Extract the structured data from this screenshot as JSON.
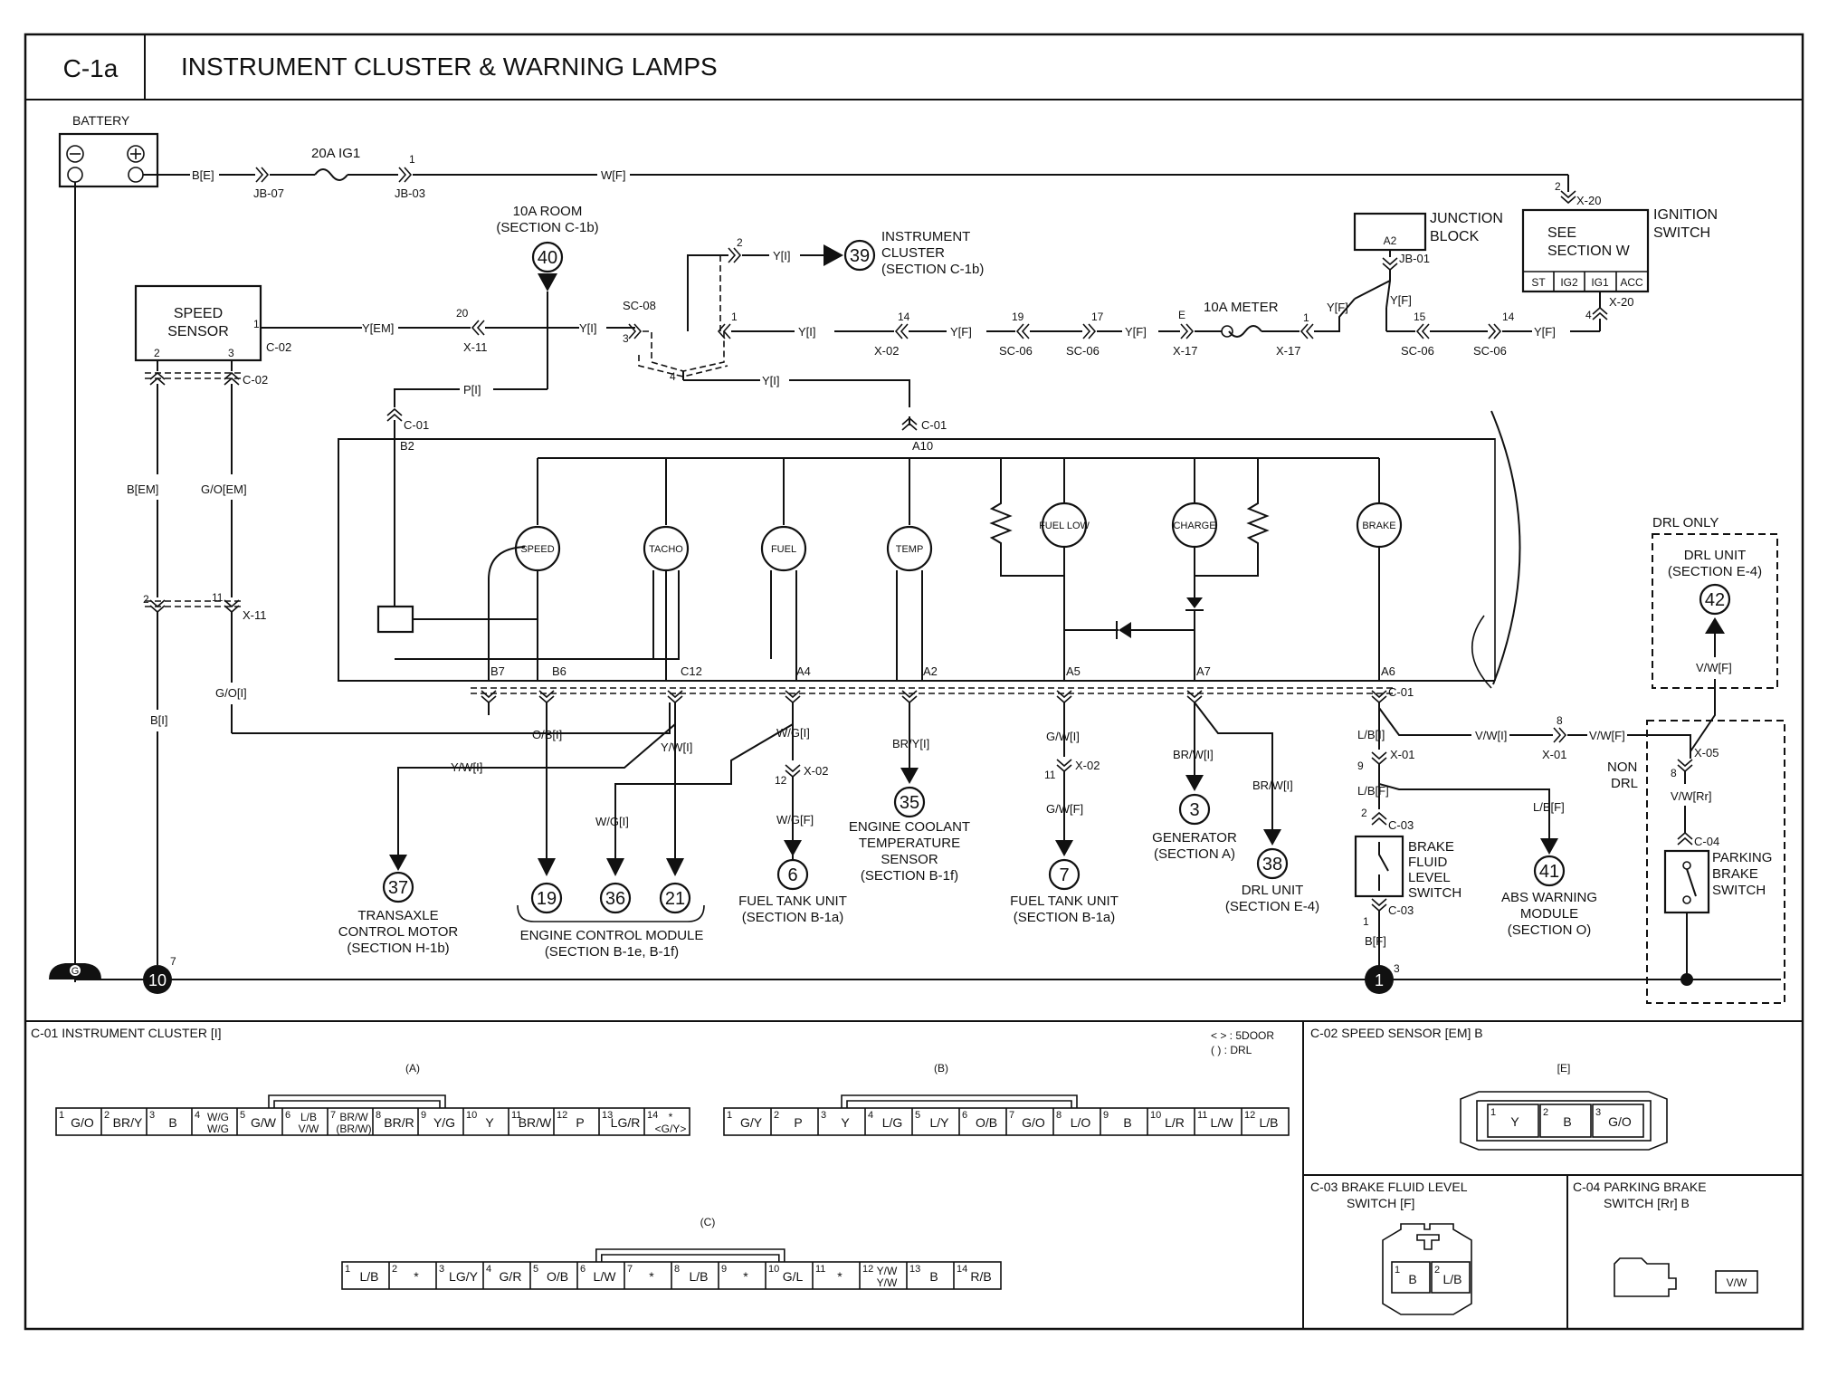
{
  "header": {
    "code": "C-1a",
    "title": "INSTRUMENT CLUSTER & WARNING LAMPS"
  },
  "power": {
    "battery": "BATTERY",
    "battery_wire": "B[E]",
    "fuse": "20A IG1",
    "fuse_in": "JB-07",
    "fuse_out": "JB-03",
    "fuse_out_pin": "1",
    "main_wire": "W[F]",
    "ig_pin": "2",
    "ig_conn": "X-20"
  },
  "ignition": {
    "label_line1": "IGNITION",
    "label_line2": "SWITCH",
    "see_line1": "SEE",
    "see_line2": "SECTION W",
    "positions": [
      "ST",
      "IG2",
      "IG1",
      "ACC"
    ],
    "out_pin": "4",
    "out_conn": "X-20"
  },
  "junction": {
    "pin": "A2",
    "label_line1": "JUNCTION",
    "label_line2": "BLOCK",
    "conn": "JB-01",
    "wire1": "Y[F]",
    "wire2": "Y[F]",
    "meter_fuse": "10A METER",
    "meter_in_pin": "E",
    "meter_in": "X-17",
    "meter_out_pin": "1",
    "meter_out": "X-17",
    "sc_pin1": "15",
    "sc1": "SC-06",
    "sc_pin2": "14",
    "sc2": "SC-06",
    "ign_wire": "Y[F]",
    "top_pin1": "19",
    "top_sc1": "SC-06",
    "top_pin2": "17",
    "top_sc2": "SC-06",
    "top_wire": "Y[F]"
  },
  "room": {
    "label_line1": "10A ROOM",
    "label_line2": "(SECTION C-1b)",
    "ref": "40"
  },
  "cluster_ref": {
    "ref": "39",
    "wire": "Y[I]",
    "pin": "2",
    "label_line1": "INSTRUMENT",
    "label_line2": "CLUSTER",
    "label_line3": "(SECTION C-1b)"
  },
  "splice": {
    "conn": "SC-08",
    "pin_left": "3",
    "pin_right": "1",
    "pin_bottom": "4",
    "wire_right": "Y[I]",
    "wire_x02": "Y[I]",
    "x02_pin": "14",
    "x02": "X-02",
    "x02_wire": "Y[F]",
    "bottom_wire": "Y[I]"
  },
  "speed_sensor": {
    "label_line1": "SPEED",
    "label_line2": "SENSOR",
    "pin1": "1",
    "pin2": "2",
    "pin3": "3",
    "conn": "C-02",
    "conn2": "C-02",
    "out_wire": "Y[EM]",
    "x11_pin": "20",
    "x11": "X-11",
    "after_wire": "Y[I]",
    "wire_left": "B[EM]",
    "wire_right": "G/O[EM]",
    "lower_pin_left": "2",
    "lower_pin_right": "11",
    "lower_conn": "X-11",
    "lower_wire_right": "G/O[I]",
    "lower_wire_left": "B[I]"
  },
  "p_wire": {
    "wire": "P[I]",
    "conn": "C-01",
    "pin": "B2"
  },
  "a10": {
    "conn": "C-01",
    "pin": "A10"
  },
  "gauges": [
    {
      "name": "SPEED"
    },
    {
      "name": "TACHO"
    },
    {
      "name": "FUEL"
    },
    {
      "name": "TEMP"
    },
    {
      "name": "FUEL LOW"
    },
    {
      "name": "CHARGE"
    },
    {
      "name": "BRAKE"
    }
  ],
  "bottom_pins": [
    "B7",
    "B6",
    "C12",
    "A4",
    "A2",
    "A5",
    "A7",
    "A6"
  ],
  "bottom_conn": "C-01",
  "outputs": {
    "transaxle": {
      "wire": "Y/W[I]",
      "ref": "37",
      "line1": "TRANSAXLE",
      "line2": "CONTROL MOTOR",
      "line3": "(SECTION H-1b)"
    },
    "ecm": {
      "wire_ob": "O/B[I]",
      "wire_wg": "W/G[I]",
      "wire_yw": "Y/W[I]",
      "refs": [
        "19",
        "36",
        "21"
      ],
      "line1": "ENGINE CONTROL MODULE",
      "line2": "(SECTION B-1e, B-1f)"
    },
    "fuel_tank_a4": {
      "wire": "W/G[I]",
      "pin": "12",
      "conn": "X-02",
      "wire2": "W/G[F]",
      "ref": "6",
      "line1": "FUEL TANK UNIT",
      "line2": "(SECTION B-1a)"
    },
    "coolant": {
      "wire": "BR/Y[I]",
      "ref": "35",
      "line1": "ENGINE COOLANT",
      "line2": "TEMPERATURE",
      "line3": "SENSOR",
      "line4": "(SECTION B-1f)"
    },
    "fuel_tank_a5": {
      "wire": "G/W[I]",
      "pin": "11",
      "conn": "X-02",
      "wire2": "G/W[F]",
      "ref": "7",
      "line1": "FUEL TANK UNIT",
      "line2": "(SECTION B-1a)"
    },
    "generator": {
      "wire": "BR/W[I]",
      "ref": "3",
      "line1": "GENERATOR",
      "line2": "(SECTION A)"
    },
    "drl_unit_38": {
      "wire": "BR/W[I]",
      "ref": "38",
      "line1": "DRL UNIT",
      "line2": "(SECTION E-4)"
    },
    "brake_fluid": {
      "wire": "L/B[I]",
      "pin": "9",
      "conn": "X-01",
      "wire2": "L/B[F]",
      "pin_c03_top": "2",
      "conn_c03": "C-03",
      "pin_c03_bot": "1",
      "conn_c03b": "C-03",
      "wire3": "B[F]",
      "line1": "BRAKE",
      "line2": "FLUID",
      "line3": "LEVEL",
      "line4": "SWITCH"
    },
    "abs": {
      "wire": "L/B[F]",
      "ref": "41",
      "line1": "ABS WARNING",
      "line2": "MODULE",
      "line3": "(SECTION O)"
    },
    "vw": {
      "wire1": "V/W[I]",
      "pin": "8",
      "conn": "X-01",
      "wire2": "V/W[F]"
    },
    "drl_only": {
      "label": "DRL ONLY",
      "line1": "DRL UNIT",
      "line2": "(SECTION E-4)",
      "ref": "42",
      "wire": "V/W[F]"
    },
    "non_drl": {
      "line1": "NON",
      "line2": "DRL",
      "pin": "8",
      "conn": "X-05",
      "wire": "V/W[Rr]",
      "conn_c04": "C-04",
      "line_pb1": "PARKING",
      "line_pb2": "BRAKE",
      "line_pb3": "SWITCH"
    }
  },
  "grounds": {
    "g10": "10",
    "g10_pin": "7",
    "g1": "1",
    "g1_pin": "3",
    "g_chassis": "G"
  },
  "connectors": {
    "c01": {
      "title": "C-01 INSTRUMENT CLUSTER [I]",
      "legend1": "< > : 5DOOR",
      "legend2": "( ) : DRL",
      "a_label": "(A)",
      "b_label": "(B)",
      "c_label": "(C)",
      "a": [
        {
          "n": "1",
          "t": "G/O"
        },
        {
          "n": "2",
          "t": "BR/Y"
        },
        {
          "n": "3",
          "t": "B"
        },
        {
          "n": "4",
          "t": "W/G",
          "t2": "W/G"
        },
        {
          "n": "5",
          "t": "G/W"
        },
        {
          "n": "6",
          "t": "L/B",
          "t2": "V/W"
        },
        {
          "n": "7",
          "t": "BR/W",
          "t2": "(BR/W)"
        },
        {
          "n": "8",
          "t": "BR/R"
        },
        {
          "n": "9",
          "t": "Y/G"
        },
        {
          "n": "10",
          "t": "Y"
        },
        {
          "n": "11",
          "t": "BR/W"
        },
        {
          "n": "12",
          "t": "P"
        },
        {
          "n": "13",
          "t": "LG/R"
        },
        {
          "n": "14",
          "t": "*",
          "t2": "<G/Y>"
        }
      ],
      "b": [
        {
          "n": "1",
          "t": "G/Y"
        },
        {
          "n": "2",
          "t": "P"
        },
        {
          "n": "3",
          "t": "Y"
        },
        {
          "n": "4",
          "t": "L/G"
        },
        {
          "n": "5",
          "t": "L/Y"
        },
        {
          "n": "6",
          "t": "O/B"
        },
        {
          "n": "7",
          "t": "G/O"
        },
        {
          "n": "8",
          "t": "L/O"
        },
        {
          "n": "9",
          "t": "B"
        },
        {
          "n": "10",
          "t": "L/R"
        },
        {
          "n": "11",
          "t": "L/W"
        },
        {
          "n": "12",
          "t": "L/B"
        }
      ],
      "c": [
        {
          "n": "1",
          "t": "L/B"
        },
        {
          "n": "2",
          "t": "*"
        },
        {
          "n": "3",
          "t": "LG/Y"
        },
        {
          "n": "4",
          "t": "G/R"
        },
        {
          "n": "5",
          "t": "O/B"
        },
        {
          "n": "6",
          "t": "L/W"
        },
        {
          "n": "7",
          "t": "*"
        },
        {
          "n": "8",
          "t": "L/B"
        },
        {
          "n": "9",
          "t": "*"
        },
        {
          "n": "10",
          "t": "G/L"
        },
        {
          "n": "11",
          "t": "*"
        },
        {
          "n": "12",
          "t": "Y/W",
          "t2": "Y/W"
        },
        {
          "n": "13",
          "t": "B"
        },
        {
          "n": "14",
          "t": "R/B"
        }
      ]
    },
    "c02": {
      "title": "C-02 SPEED SENSOR [EM] B",
      "sub": "[E]",
      "pins": [
        {
          "n": "1",
          "t": "Y"
        },
        {
          "n": "2",
          "t": "B"
        },
        {
          "n": "3",
          "t": "G/O"
        }
      ]
    },
    "c03": {
      "title_line1": "C-03 BRAKE FLUID LEVEL",
      "title_line2": "SWITCH [F]",
      "pins": [
        {
          "n": "1",
          "t": "B"
        },
        {
          "n": "2",
          "t": "L/B"
        }
      ]
    },
    "c04": {
      "title_line1": "C-04 PARKING BRAKE",
      "title_line2": "SWITCH [Rr] B",
      "pin": "V/W"
    }
  }
}
